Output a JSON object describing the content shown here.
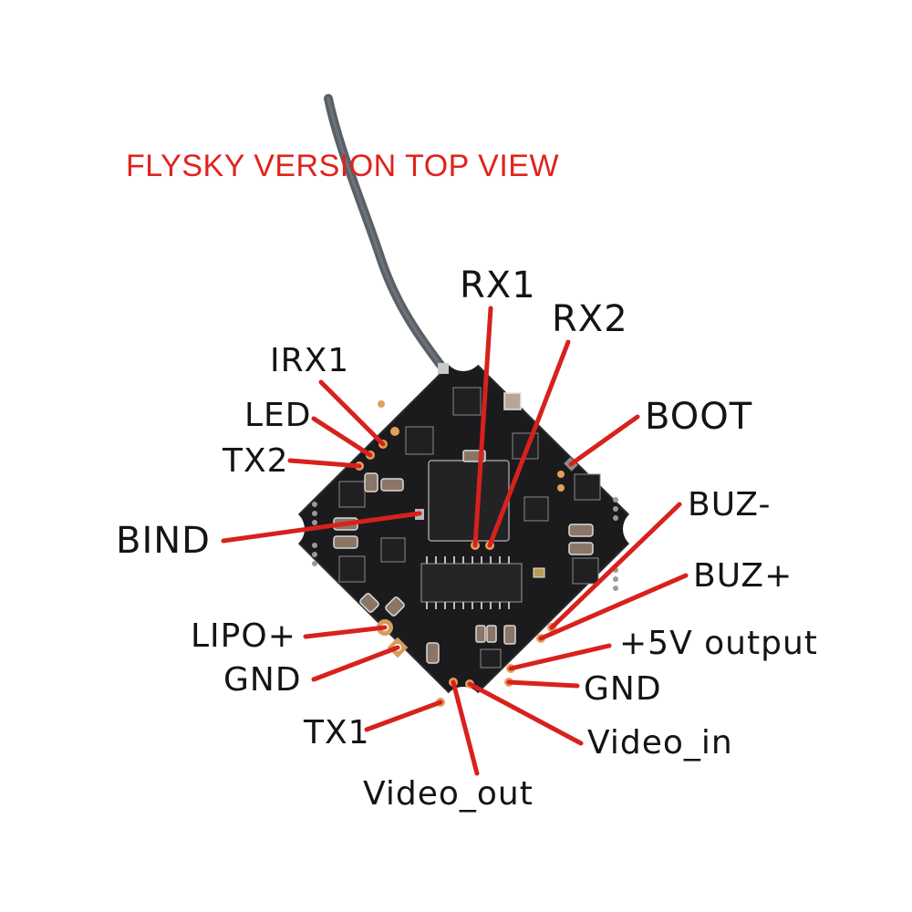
{
  "title": "FLYSKY VERSION TOP VIEW",
  "colors": {
    "title": "#e0231c",
    "leader_line": "#d8211d",
    "board": "#1b1b1d",
    "pad": "#e3a05a",
    "label": "#141414",
    "antenna": "#5b5f66"
  },
  "labels": {
    "rx1": "RX1",
    "rx2": "RX2",
    "irx1": "IRX1",
    "led": "LED",
    "tx2": "TX2",
    "boot": "BOOT",
    "bind": "BIND",
    "buz_minus": "BUZ-",
    "buz_plus": "BUZ+",
    "lipo_plus": "LIPO+",
    "gnd_left": "GND",
    "plus5v_output": "+5V output",
    "gnd_right": "GND",
    "tx1": "TX1",
    "video_in": "Video_in",
    "video_out": "Video_out"
  }
}
